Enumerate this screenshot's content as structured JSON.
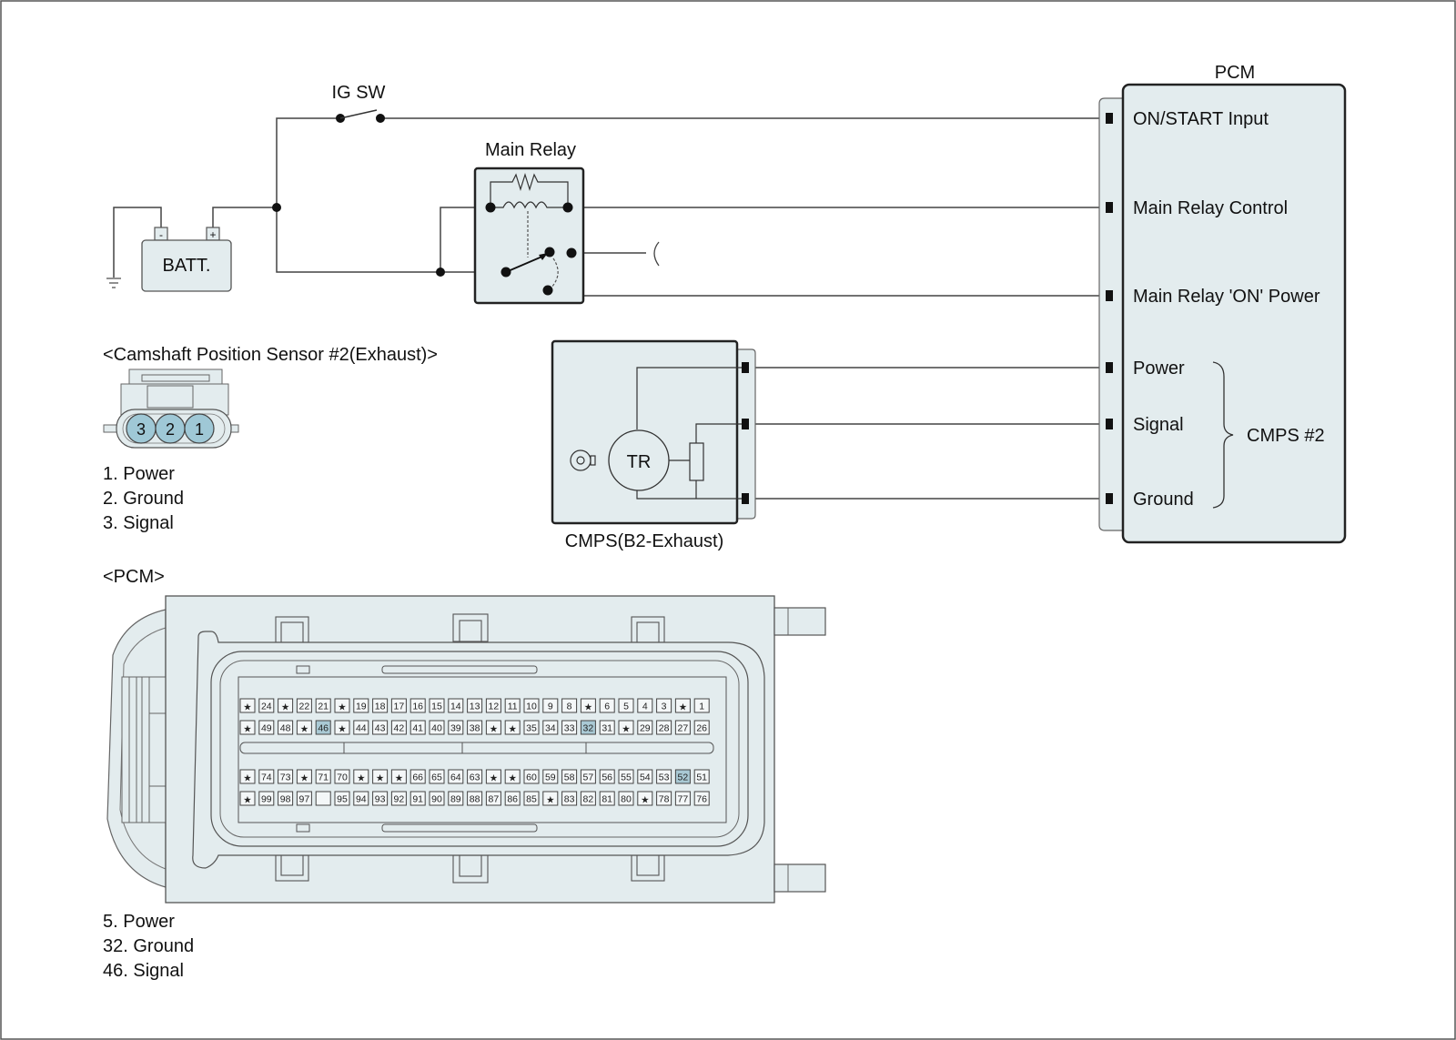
{
  "colors": {
    "panel_fill": "#e3ecee",
    "wire": "#333333",
    "highlight_pin": "#a9c9d4",
    "sensor_pin": "#9fc8d6"
  },
  "ig_switch": {
    "label": "IG SW"
  },
  "battery": {
    "label": "BATT.",
    "neg": "-",
    "pos": "+"
  },
  "main_relay": {
    "label": "Main Relay"
  },
  "pcm_block": {
    "title": "PCM",
    "terminals": [
      {
        "label": "ON/START Input"
      },
      {
        "label": "Main Relay Control"
      },
      {
        "label": "Main Relay 'ON' Power"
      },
      {
        "label": "Power"
      },
      {
        "label": "Signal"
      },
      {
        "label": "Ground"
      }
    ],
    "group_label": "CMPS #2"
  },
  "cmps_sensor": {
    "label": "CMPS(B2-Exhaust)",
    "element": "TR"
  },
  "sensor_connector": {
    "title": "<Camshaft Position Sensor #2(Exhaust)>",
    "pins": [
      "3",
      "2",
      "1"
    ],
    "legend": [
      "1. Power",
      "2. Ground",
      "3. Signal"
    ]
  },
  "pcm_connector": {
    "title": "<PCM>",
    "rows": [
      [
        "★",
        "24",
        "★",
        "22",
        "21",
        "★",
        "19",
        "18",
        "17",
        "16",
        "15",
        "14",
        "13",
        "12",
        "11",
        "10",
        "9",
        "8",
        "★",
        "6",
        "5",
        "4",
        "3",
        "★",
        "1"
      ],
      [
        "★",
        "49",
        "48",
        "★",
        "46",
        "★",
        "44",
        "43",
        "42",
        "41",
        "40",
        "39",
        "38",
        "★",
        "★",
        "35",
        "34",
        "33",
        "32",
        "31",
        "★",
        "29",
        "28",
        "27",
        "26"
      ],
      [
        "★",
        "74",
        "73",
        "★",
        "71",
        "70",
        "★",
        "★",
        "★",
        "66",
        "65",
        "64",
        "63",
        "★",
        "★",
        "60",
        "59",
        "58",
        "57",
        "56",
        "55",
        "54",
        "53",
        "52",
        "51"
      ],
      [
        "★",
        "99",
        "98",
        "97",
        "",
        "95",
        "94",
        "93",
        "92",
        "91",
        "90",
        "89",
        "88",
        "87",
        "86",
        "85",
        "★",
        "83",
        "82",
        "81",
        "80",
        "★",
        "78",
        "77",
        "76"
      ]
    ],
    "highlighted": [
      "46",
      "32",
      "52"
    ],
    "legend": [
      "5. Power",
      "32. Ground",
      "46. Signal"
    ]
  }
}
